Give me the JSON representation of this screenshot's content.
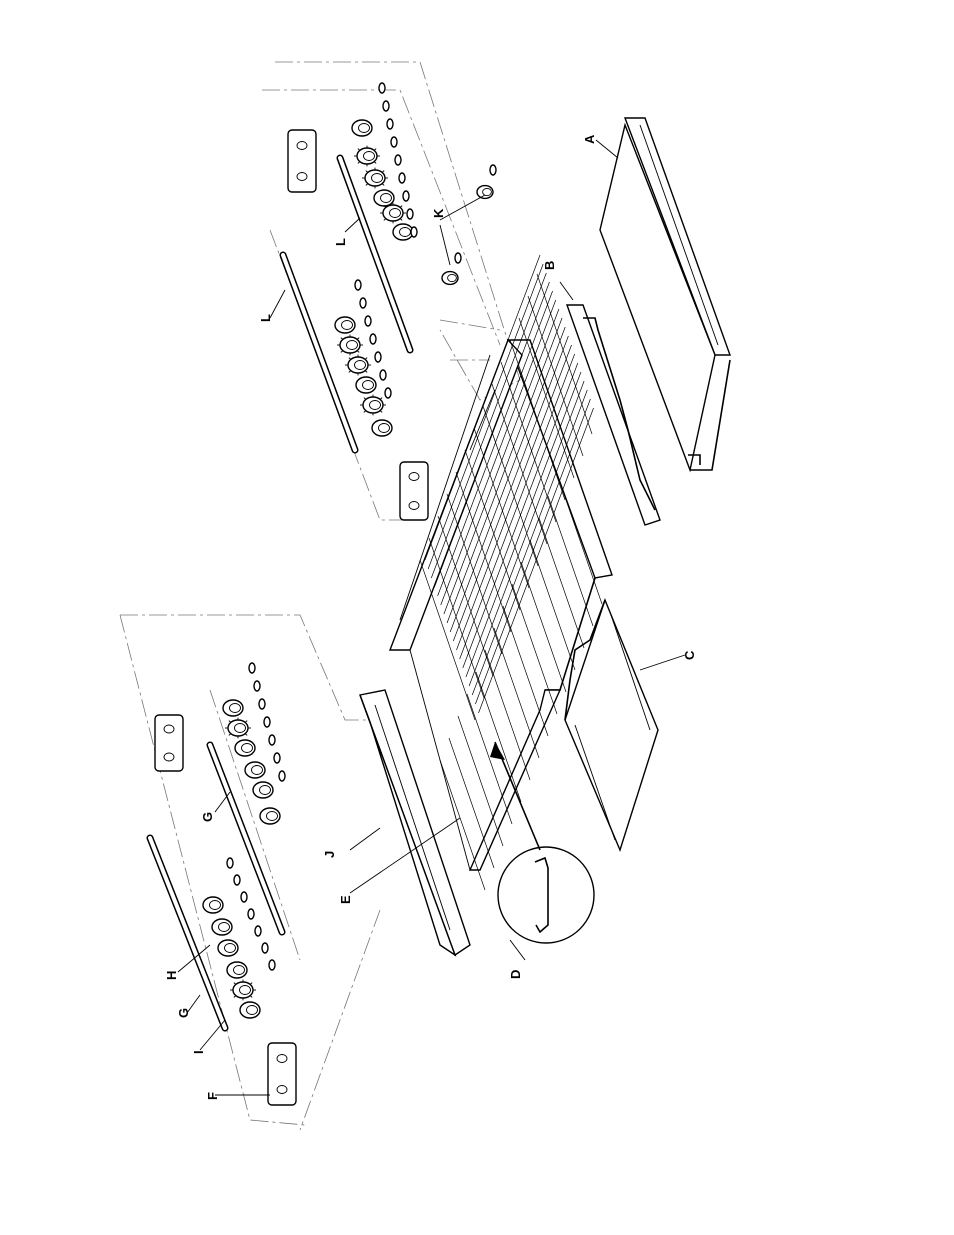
{
  "parts": {
    "A": "A",
    "B": "B",
    "C": "C",
    "D": "D",
    "E": "E",
    "F": "F",
    "G": "G",
    "H": "H",
    "I": "I",
    "J": "J",
    "K": "K",
    "L": "L"
  },
  "colors": {
    "line": "#000000",
    "phantom": "#777777",
    "background": "#ffffff"
  }
}
